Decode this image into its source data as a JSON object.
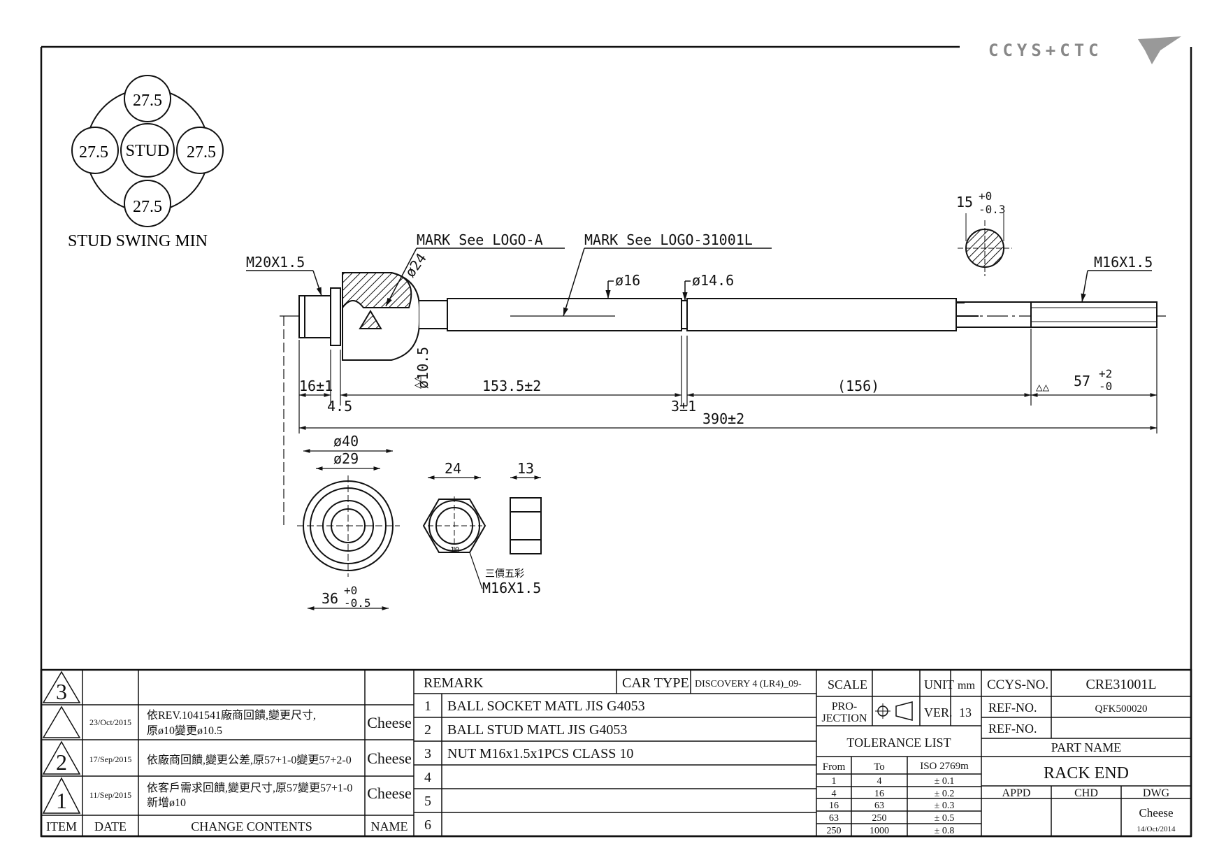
{
  "logo": {
    "text": "CCYS+CTC"
  },
  "swing": {
    "caption": "STUD SWING MIN",
    "center": "STUD",
    "top": "27.5",
    "left": "27.5",
    "right": "27.5",
    "bottom": "27.5"
  },
  "callouts": {
    "m20": "M20X1.5",
    "mark_logo_a": "MARK See LOGO-A",
    "mark_logo_num": "MARK See LOGO-31001L",
    "d24": "ø24",
    "d16": "ø16",
    "d14_6": "ø14.6",
    "d10_5": "ø10.5",
    "section_width": "15",
    "section_tol_up": "+0",
    "section_tol_dn": "-0.3",
    "m16_right": "M16X1.5"
  },
  "dims": {
    "d16pm1": "16±1",
    "d4_5": "4.5",
    "d153": "153.5±2",
    "d3pm1": "3±1",
    "d156": "(156)",
    "d390": "390±2",
    "d57": "57",
    "d57_up": "+2",
    "d57_dn": "-0"
  },
  "nut_views": {
    "d40": "ø40",
    "d29": "ø29",
    "d36": "36",
    "d36_up": "+0",
    "d36_dn": "-0.5",
    "hex24": "24",
    "hex13": "13",
    "nut_label_cn": "三價五彩",
    "nut_thread": "M16X1.5",
    "nut_mark": "10"
  },
  "revisions": [
    {
      "item": "3",
      "date": "23/Oct/2015",
      "content_1": "依REV.1041541廠商回饋,變更尺寸,",
      "content_2": "原ø10變更ø10.5",
      "name": "Cheese"
    },
    {
      "item": "2",
      "date": "17/Sep/2015",
      "content_1": "依廠商回饋,變更公差,原57+1-0變更57+2-0",
      "content_2": "",
      "name": "Cheese"
    },
    {
      "item": "1",
      "date": "11/Sep/2015",
      "content_1": "依客戶需求回饋,變更尺寸,原57變更57+1-0",
      "content_2": "新增ø10",
      "name": "Cheese"
    }
  ],
  "rev_headers": {
    "item": "ITEM",
    "date": "DATE",
    "content": "CHANGE CONTENTS",
    "name": "NAME"
  },
  "remarks": {
    "header": "REMARK",
    "car_type_label": "CAR TYPE",
    "car_type": "DISCOVERY 4 (LR4)_09-",
    "rows": [
      {
        "no": "1",
        "text": "BALL SOCKET MATL JIS G4053"
      },
      {
        "no": "2",
        "text": "BALL STUD MATL JIS G4053"
      },
      {
        "no": "3",
        "text": "NUT M16x1.5x1PCS CLASS 10"
      },
      {
        "no": "4",
        "text": ""
      },
      {
        "no": "5",
        "text": ""
      },
      {
        "no": "6",
        "text": ""
      }
    ]
  },
  "title_block": {
    "scale_label": "SCALE",
    "unit_label": "UNIT",
    "unit": "mm",
    "projection_1": "PRO-",
    "projection_2": "JECTION",
    "ver_label": "VER.",
    "ver": "13",
    "tolerance_title": "TOLERANCE LIST",
    "tol_from": "From",
    "tol_to": "To",
    "tol_std": "ISO 2769m",
    "tolerances": [
      {
        "from": "1",
        "to": "4",
        "tol": "± 0.1"
      },
      {
        "from": "4",
        "to": "16",
        "tol": "± 0.2"
      },
      {
        "from": "16",
        "to": "63",
        "tol": "± 0.3"
      },
      {
        "from": "63",
        "to": "250",
        "tol": "± 0.5"
      },
      {
        "from": "250",
        "to": "1000",
        "tol": "± 0.8"
      }
    ],
    "ccys_label": "CCYS-NO.",
    "ccys_no": "CRE31001L",
    "ref1_label": "REF-NO.",
    "ref1": "QFK500020",
    "ref2_label": "REF-NO.",
    "ref2": "",
    "part_name_label": "PART NAME",
    "part_name": "RACK END",
    "appd": "APPD",
    "chd": "CHD",
    "dwg": "DWG",
    "dwg_name": "Cheese",
    "dwg_date": "14/Oct/2014"
  }
}
